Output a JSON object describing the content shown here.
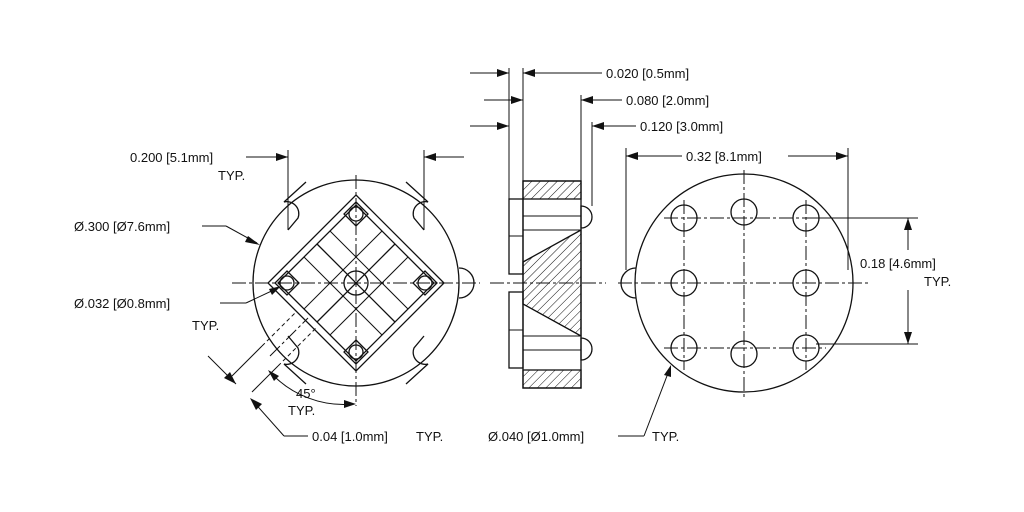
{
  "labels": {
    "hole_spacing": "0.200 [5.1mm]",
    "hole_spacing_typ": "TYP.",
    "outer_diameter": "Ø.300 [Ø7.6mm]",
    "small_hole": "Ø.032 [Ø0.8mm]",
    "small_hole_typ": "TYP.",
    "angle": "45°",
    "angle_typ": "TYP.",
    "slot_width": "0.04 [1.0mm]",
    "slot_width_typ": "TYP.",
    "dim_020": "0.020 [0.5mm]",
    "dim_080": "0.080 [2.0mm]",
    "dim_120": "0.120 [3.0mm]",
    "width_032": "0.32 [8.1mm]",
    "height_018": "0.18 [4.6mm]",
    "height_018_typ": "TYP.",
    "pin_diameter": "Ø.040 [Ø1.0mm]",
    "pin_typ": "TYP."
  }
}
